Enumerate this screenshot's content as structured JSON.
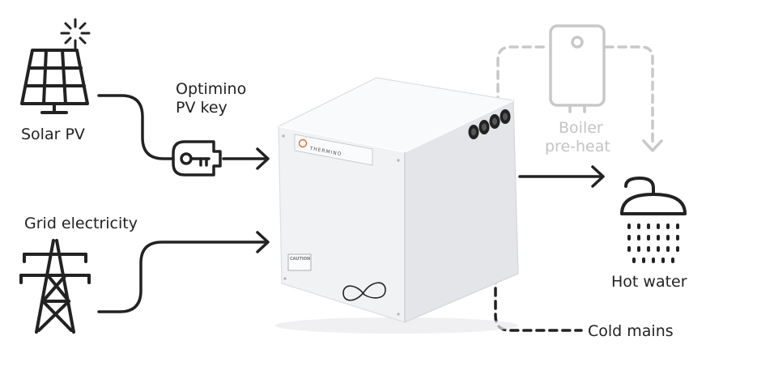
{
  "labels": {
    "solar_pv": "Solar PV",
    "pv_key_line1": "Optimino",
    "pv_key_line2": "PV key",
    "grid_electricity": "Grid electricity",
    "boiler_line1": "Boiler",
    "boiler_line2": "pre-heat",
    "hot_water": "Hot water",
    "cold_mains": "Cold mains"
  },
  "device": {
    "brand_label": "THERMINO",
    "caution_label": "CAUTION"
  },
  "colors": {
    "line": "#222222",
    "faded_line": "#c8c8c8",
    "device_face": "#f1f2f4",
    "device_top": "#f9fafb",
    "device_side": "#e3e5e8"
  }
}
